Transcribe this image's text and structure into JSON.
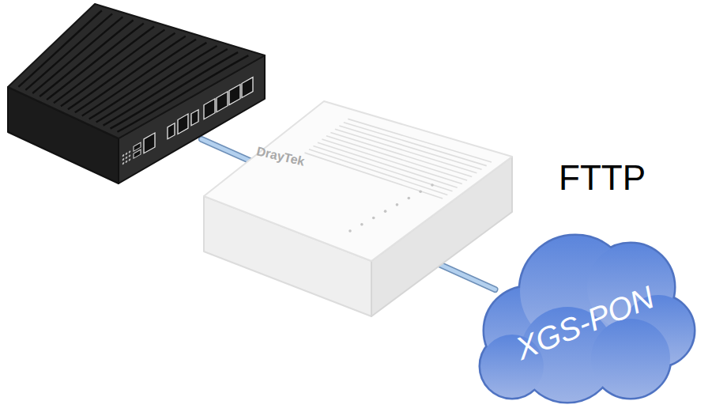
{
  "diagram": {
    "nodes": [
      {
        "text": [
          "DrayTek"
        ]
      },
      {
        "text": [
          "XGS-PON"
        ]
      }
    ],
    "edges": [
      {
        "from": 0,
        "to": 1,
        "arrow": "none"
      }
    ],
    "labels": [
      "FTTP"
    ]
  }
}
